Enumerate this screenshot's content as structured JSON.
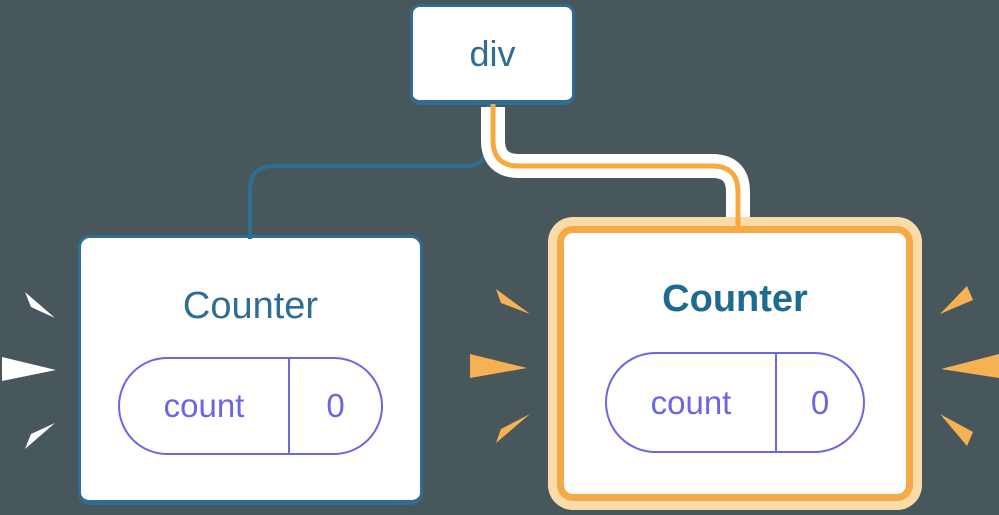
{
  "diagram": {
    "description": "React component tree: a div root element with two Counter children; the right Counter is highlighted as updated (orange glow with sparks), the left Counter flashes white sparks",
    "root": {
      "label": "div"
    },
    "children": [
      {
        "title": "Counter",
        "state_name": "count",
        "state_value": "0",
        "highlighted": false,
        "spark_color": "#FFFFFF"
      },
      {
        "title": "Counter",
        "state_name": "count",
        "state_value": "0",
        "highlighted": true,
        "spark_color": "#F6B155"
      }
    ],
    "edges": [
      {
        "from": "div",
        "to": "left Counter",
        "color": "#2E6E93"
      },
      {
        "from": "div",
        "to": "right Counter",
        "color": "#F7A93C",
        "casing": "#FFFFFF"
      }
    ],
    "palette": {
      "background": "#47575B",
      "card_bg": "#FFFFFF",
      "steel_blue": "#2E6E93",
      "bold_title_blue": "#1E6B92",
      "purple": "#6A66E4",
      "orange_line": "#F7A93C",
      "orange_border": "#F5A947",
      "orange_glow_ring": "#FBDCA8",
      "spark_orange": "#F6B155",
      "spark_white": "#FFFFFF"
    }
  }
}
